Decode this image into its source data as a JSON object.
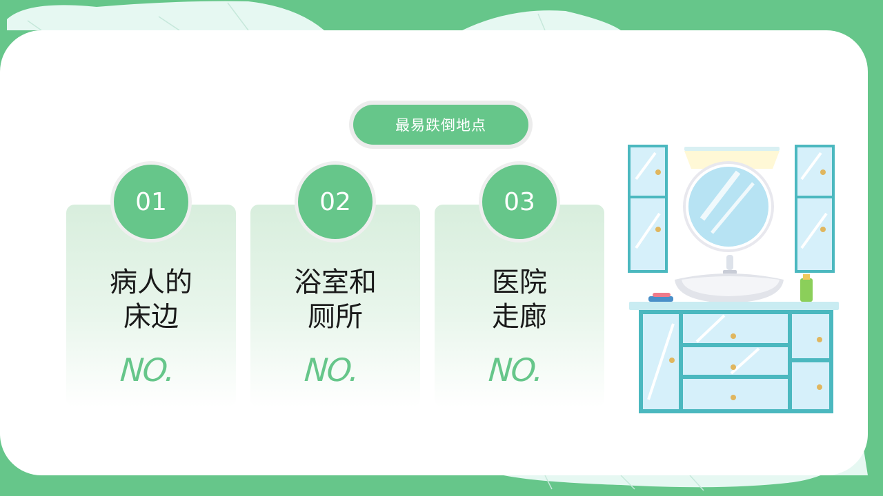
{
  "title": "最易跌倒地点",
  "cards": [
    {
      "number": "01",
      "line1": "病人的",
      "line2": "床边",
      "tag": "NO."
    },
    {
      "number": "02",
      "line1": "浴室和",
      "line2": "厕所",
      "tag": "NO."
    },
    {
      "number": "03",
      "line1": "医院",
      "line2": "走廊",
      "tag": "NO."
    }
  ],
  "colors": {
    "background": "#66c68a",
    "accent": "#66c68a",
    "panel": "#ffffff",
    "card_gradient_top": "#d8eedd",
    "text": "#1a1a1a"
  },
  "illustration": "bathroom-vanity-illustration"
}
